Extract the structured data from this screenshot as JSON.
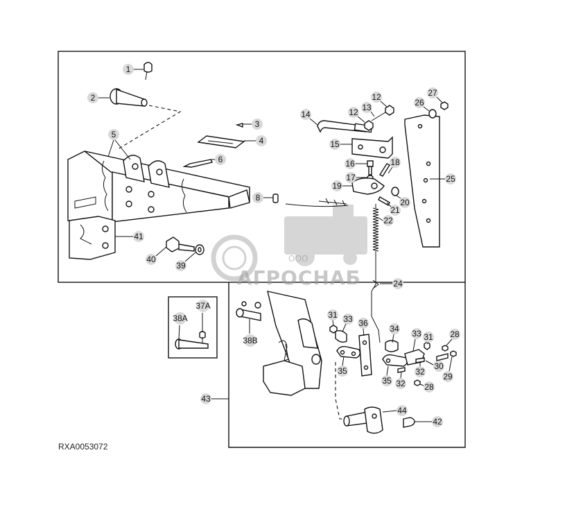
{
  "figure_code": "RXA0053072",
  "watermark": {
    "brand": "АГРОСНАБ",
    "prefix": "ООО"
  },
  "callouts": [
    "1",
    "2",
    "3",
    "4",
    "5",
    "6",
    "8",
    "12",
    "12",
    "13",
    "14",
    "15",
    "16",
    "17",
    "18",
    "19",
    "20",
    "21",
    "22",
    "24",
    "25",
    "26",
    "27",
    "28",
    "28",
    "29",
    "30",
    "31",
    "31",
    "32",
    "32",
    "33",
    "33",
    "34",
    "35",
    "35",
    "36",
    "37A",
    "38A",
    "38B",
    "39",
    "40",
    "41",
    "42",
    "43",
    "44"
  ]
}
